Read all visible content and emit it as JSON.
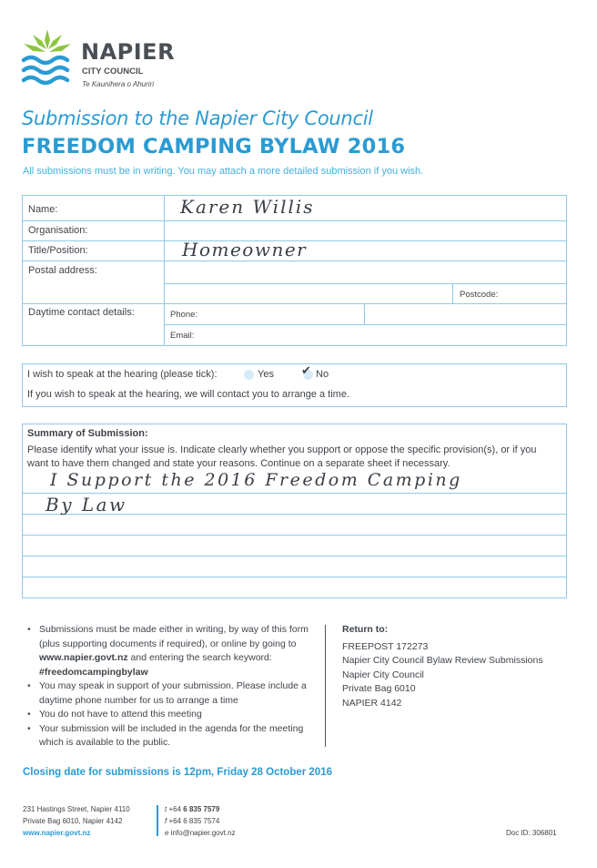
{
  "logo": {
    "name": "NAPIER",
    "council": "CITY COUNCIL",
    "maori": "Te Kaunihera o Ahuriri"
  },
  "heading": {
    "line1": "Submission to the Napier City Council",
    "line2": "FREEDOM CAMPING BYLAW 2016",
    "subtitle": "All submissions must be in writing. You may attach a more detailed submission if you wish."
  },
  "details": {
    "name_label": "Name:",
    "name_value": "Karen Willis",
    "organisation_label": "Organisation:",
    "title_label": "Title/Position:",
    "title_value": "Homeowner",
    "postal_label": "Postal address:",
    "postcode_label": "Postcode:",
    "contact_label": "Daytime contact details:",
    "phone_label": "Phone:",
    "email_label": "Email:"
  },
  "hearing": {
    "question": "I wish to speak at the hearing (please tick):",
    "yes_label": "Yes",
    "no_label": "No",
    "no_mark": "✔",
    "note": "If you wish to speak at the hearing, we will contact you to arrange a time."
  },
  "summary": {
    "heading": "Summary of Submission:",
    "instructions": "Please identify what your issue is. Indicate clearly whether you support or oppose the specific provision(s), or if you want to have them changed and state your reasons. Continue on a separate sheet if necessary.",
    "line1": "I Support the 2016 Freedom Camping",
    "line2": "By Law"
  },
  "info": {
    "b1_a": "Submissions must be made either in writing, by way of this form (plus supporting documents if required), or online by going to ",
    "b1_url": "www.napier.govt.nz",
    "b1_b": " and entering the search keyword: ",
    "b1_keyword": "#freedomcampingbylaw",
    "b2": "You may speak in support of your submission. Please include a daytime phone number for us to arrange a time",
    "b3": "You do not have to attend this meeting",
    "b4": "Your submission will be included in the agenda for the meeting which is available to the public."
  },
  "return": {
    "heading": "Return to:",
    "lines": [
      "FREEPOST 172273",
      "Napier City Council Bylaw Review Submissions",
      "Napier City Council",
      "Private Bag 6010",
      "NAPIER 4142"
    ]
  },
  "closing": "Closing date for submissions is 12pm, Friday 28 October 2016",
  "footer": {
    "address1": "231 Hastings Street, Napier 4110",
    "address2": "Private Bag 6010, Napier 4142",
    "website": "www.napier.govt.nz",
    "t_prefix": "t",
    "phone_pre": "+64 ",
    "phone_bold": "6 835 7579",
    "f_prefix": "f",
    "fax": "+64 6 835 7574",
    "e_prefix": "e",
    "email": "info@napier.govt.nz",
    "doc_id": "Doc ID: 306801"
  },
  "colors": {
    "brand_blue": "#2a9bd3",
    "brand_green": "#8cc63f",
    "line_blue": "#8ec9ea"
  }
}
